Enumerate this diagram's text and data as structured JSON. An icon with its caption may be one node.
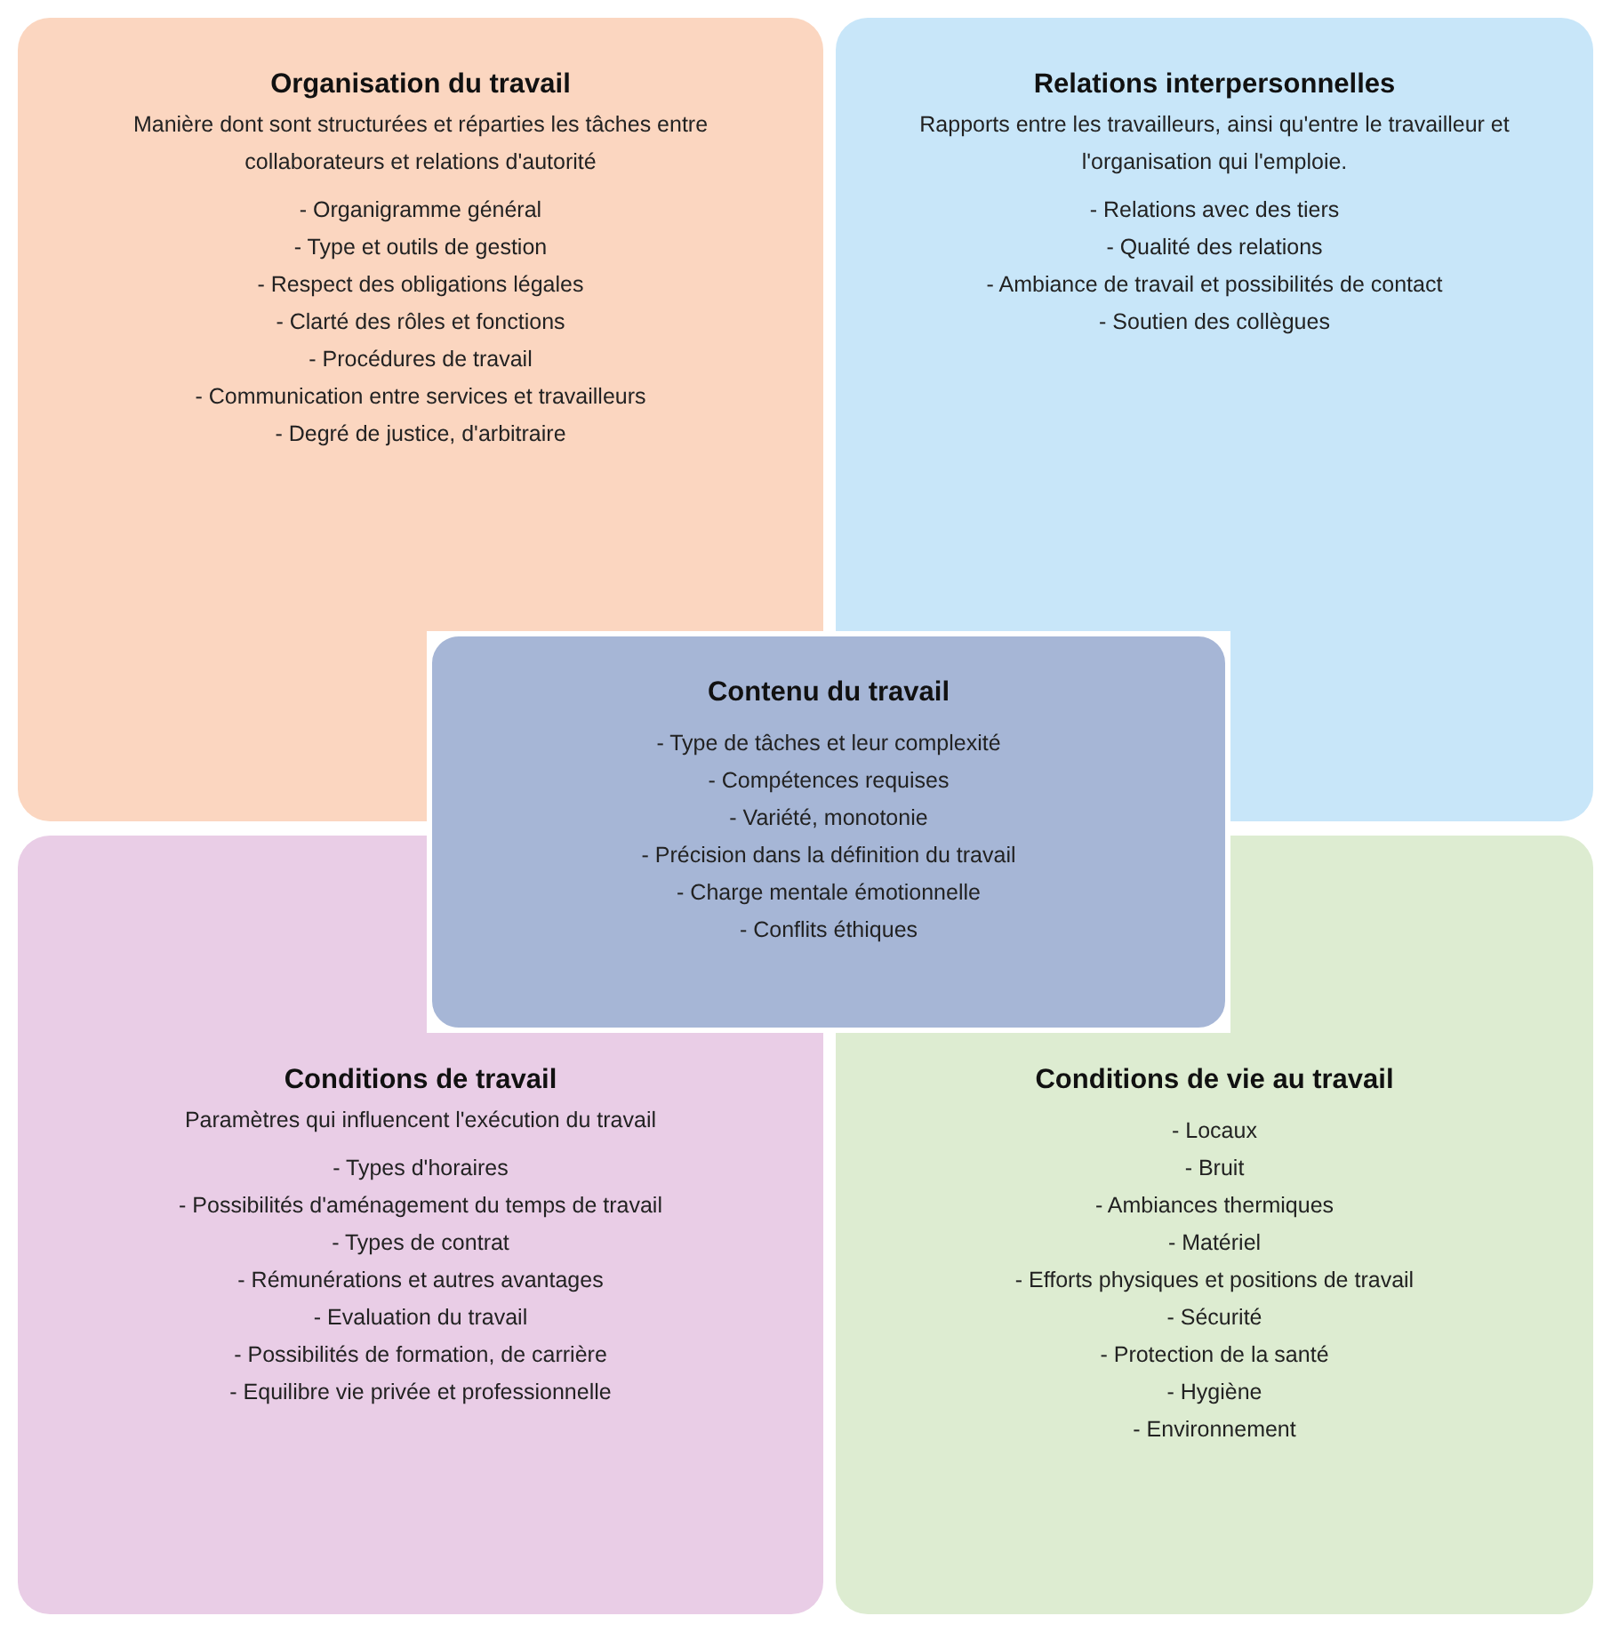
{
  "diagram": {
    "nodes": [
      {
        "text": [
          "Organisation du travail",
          "Manière dont sont structurées et réparties les tâches entre collaborateurs et relations d'autorité",
          "- Organigramme général",
          "- Type et outils de gestion",
          "- Respect des obligations légales",
          "- Clarté des rôles et fonctions",
          "- Procédures de travail",
          "- Communication entre services et travailleurs",
          "- Degré de justice, d'arbitraire"
        ]
      },
      {
        "text": [
          "Relations interpersonnelles",
          "Rapports entre les travailleurs, ainsi qu'entre le travailleur et l'organisation qui l'emploie.",
          "- Relations avec des tiers",
          "- Qualité des relations",
          "- Ambiance de travail et possibilités de contact",
          "- Soutien des collègues"
        ]
      },
      {
        "text": [
          "Contenu du travail",
          "- Type de tâches et leur complexité",
          "- Compétences requises",
          "- Variété, monotonie",
          "- Précision dans la définition du travail",
          "- Charge mentale émotionnelle",
          "- Conflits éthiques"
        ]
      },
      {
        "text": [
          "Conditions de travail",
          "Paramètres qui influencent l'exécution du travail",
          "- Types d'horaires",
          "- Possibilités d'aménagement du temps de travail",
          "- Types de contrat",
          "- Rémunérations et autres avantages",
          "- Evaluation du travail",
          "- Possibilités de formation, de carrière",
          "- Equilibre vie privée et professionnelle"
        ]
      },
      {
        "text": [
          "Conditions de vie au travail",
          "- Locaux",
          "- Bruit",
          "- Ambiances thermiques",
          "- Matériel",
          "- Efforts physiques  et  positions de travail",
          "- Sécurité",
          "- Protection de la santé",
          "- Hygiène",
          "- Environnement"
        ]
      }
    ]
  }
}
